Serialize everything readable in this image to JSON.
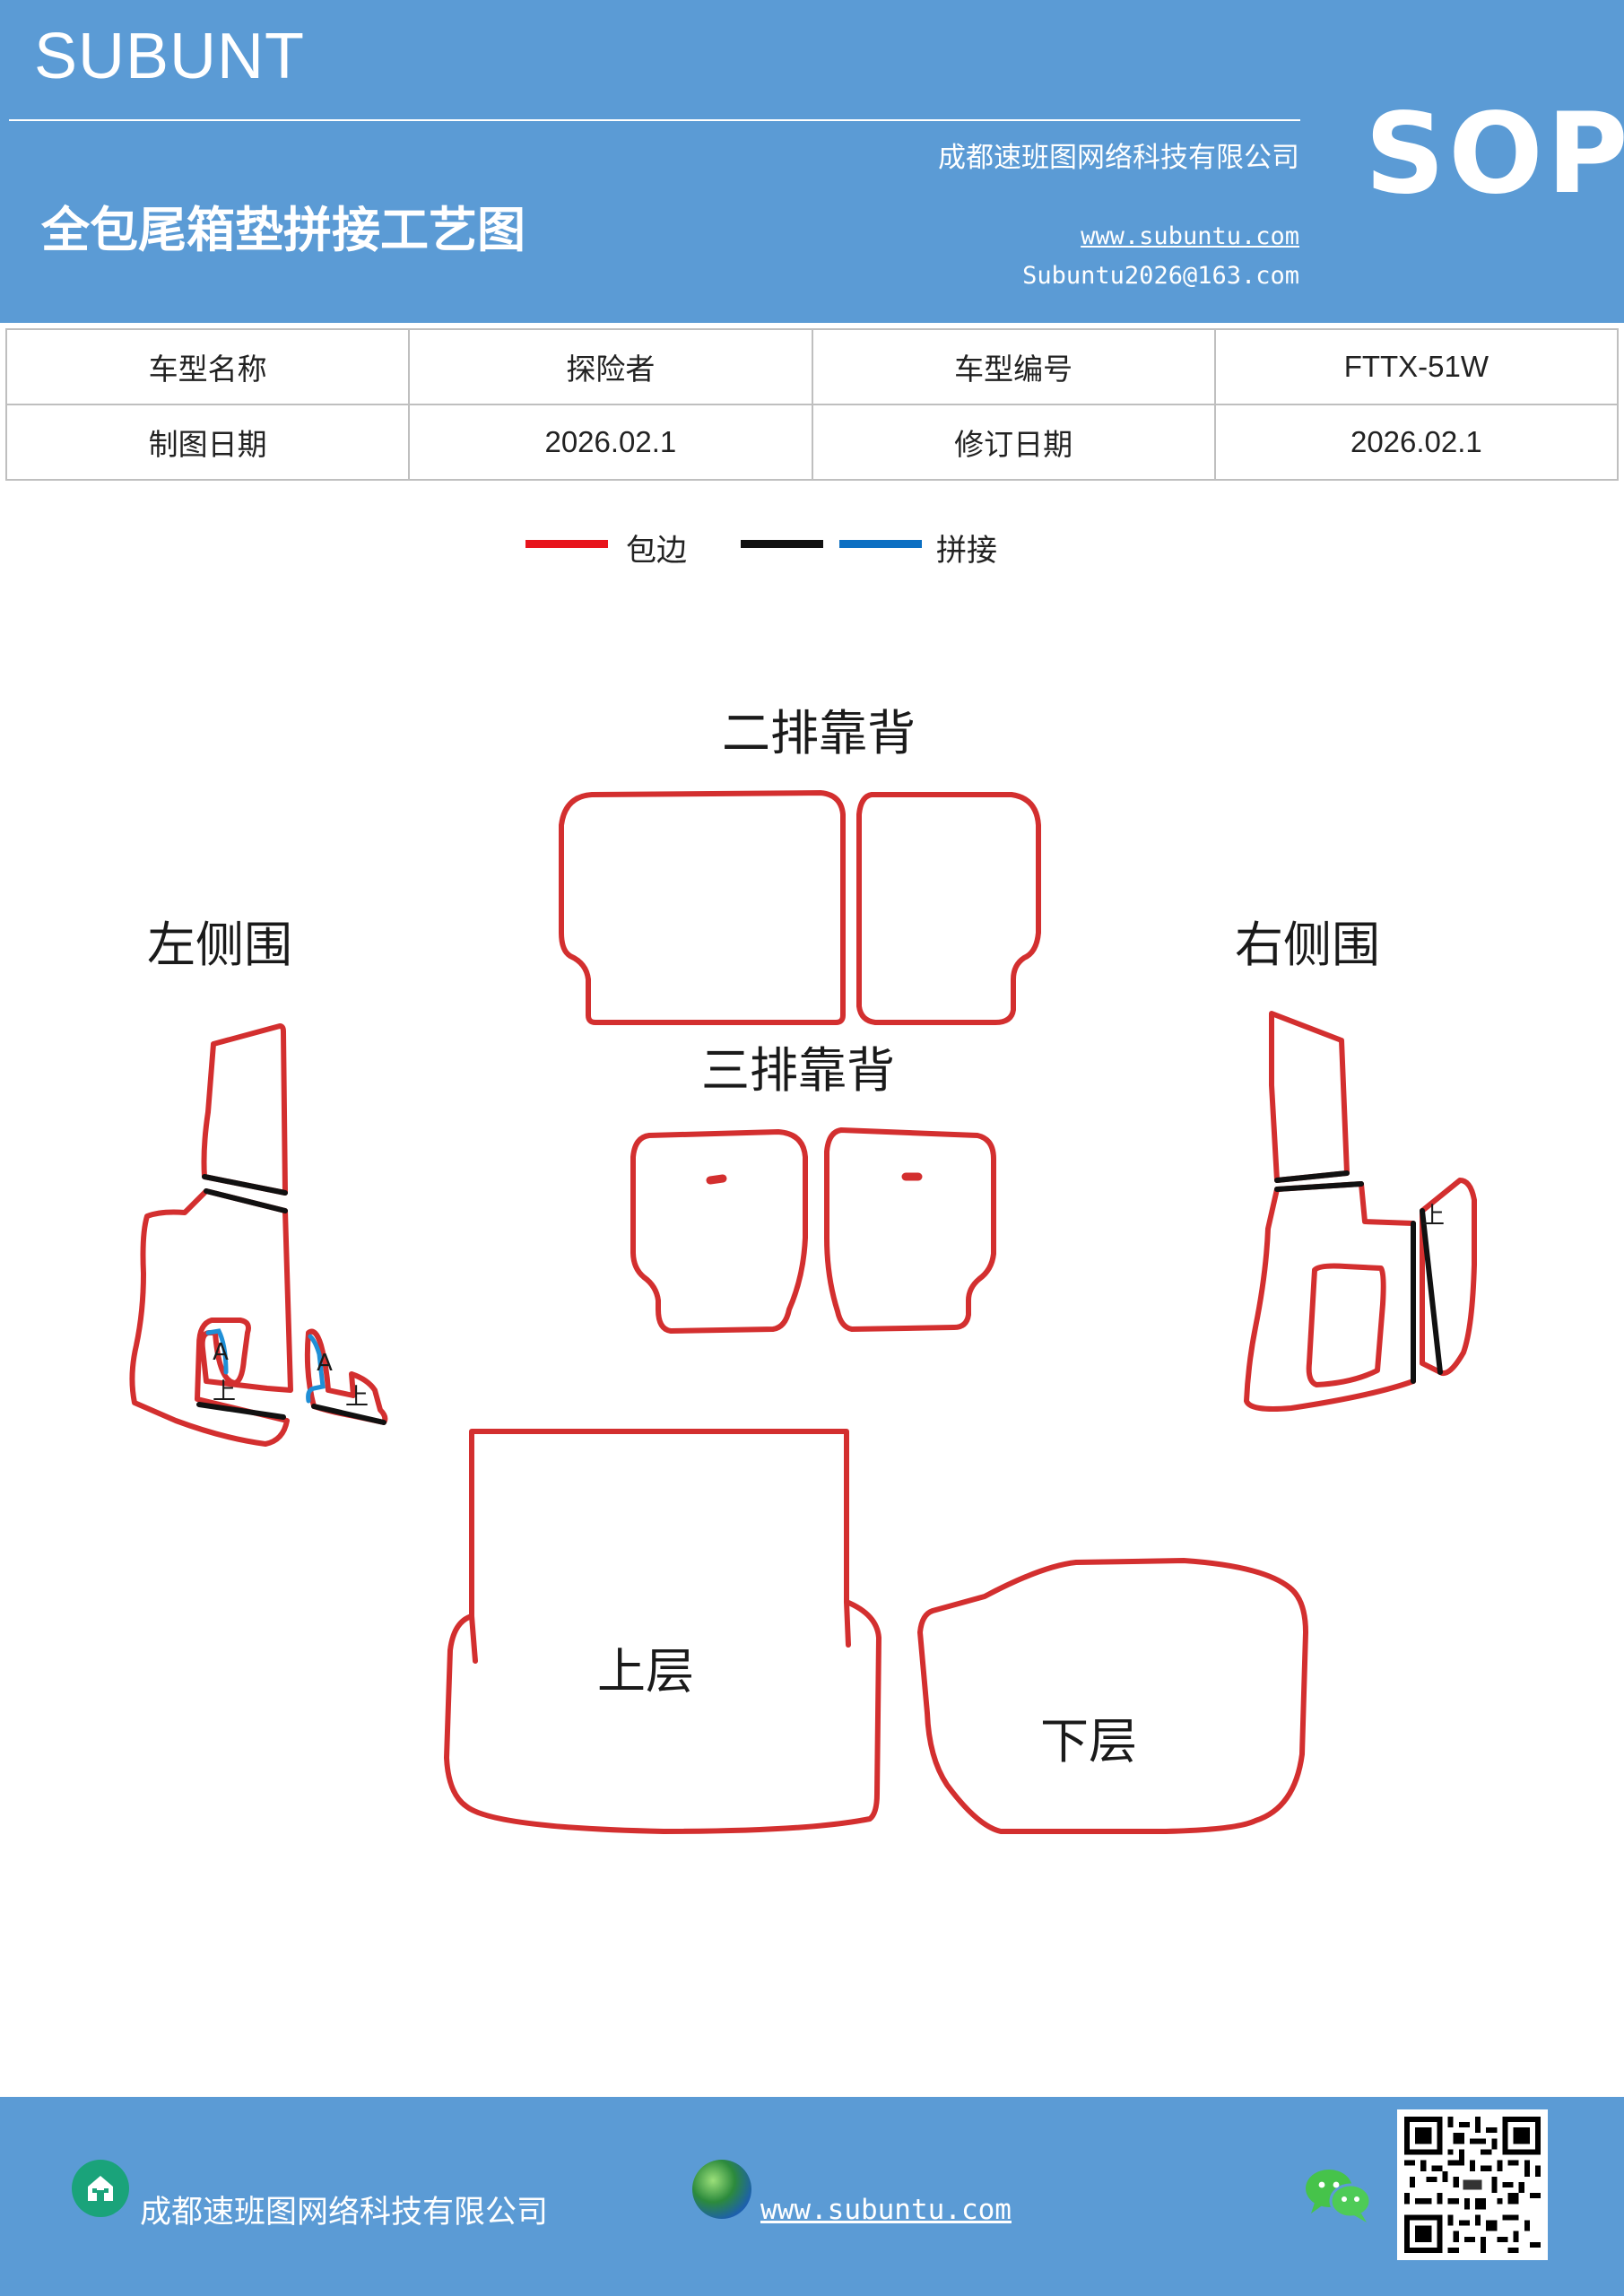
{
  "header": {
    "brand": "SUBUNT",
    "title": "全包尾箱垫拼接工艺图",
    "company": "成都速班图网络科技有限公司",
    "website": "www.subuntu.com",
    "email": "Subuntu2026@163.com",
    "badge": "SOP"
  },
  "info": {
    "model_name_label": "车型名称",
    "model_name_value": "探险者",
    "model_code_label": "车型编号",
    "model_code_value": "FTTX-51W",
    "draw_date_label": "制图日期",
    "draw_date_value": "2026.02.1",
    "revise_date_label": "修订日期",
    "revise_date_value": "2026.02.1"
  },
  "legend": {
    "edge_label": "包边",
    "splice_label": "拼接",
    "edge_color": "#e8141c",
    "black_color": "#111111",
    "blue_color": "#0c6fc2"
  },
  "diagram": {
    "second_row_back": "二排靠背",
    "third_row_back": "三排靠背",
    "left_side": "左侧围",
    "right_side": "右侧围",
    "upper_layer": "上层",
    "lower_layer": "下层",
    "mark_up": "上",
    "mark_a": "A",
    "piece_color": "#d32f2f",
    "seam_blue_color": "#1f8fd6"
  },
  "footer": {
    "company": "成都速班图网络科技有限公司",
    "website": "www.subuntu.com",
    "icons": [
      "building-icon",
      "globe-icon",
      "wechat-icon",
      "qr-code"
    ]
  }
}
